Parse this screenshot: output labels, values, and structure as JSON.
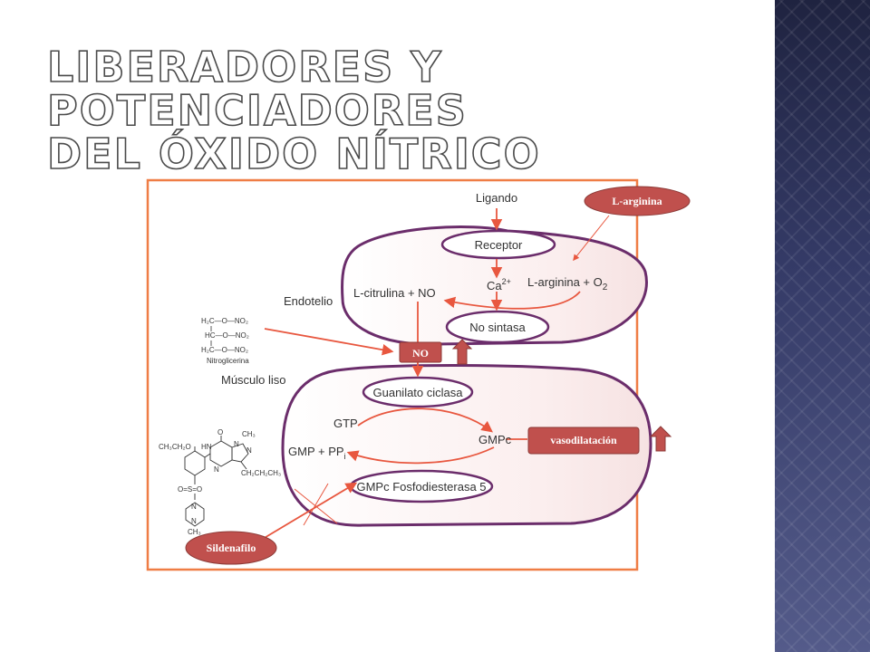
{
  "title": {
    "line1": "Liberadores y potenciadores",
    "line2": "del óxido nítrico"
  },
  "diagram": {
    "ligando": "Ligando",
    "receptor": "Receptor",
    "ca": "Ca",
    "ca_sup": "2+",
    "l_arginina_o2": "L-arginina + O",
    "o2_sub": "2",
    "l_citrulina_no": "L-citrulina + NO",
    "endotelio": "Endotelio",
    "no_sintasa": "No sintasa",
    "musculo_liso": "Músculo liso",
    "guanilato_ciclasa": "Guanilato ciclasa",
    "gtp": "GTP",
    "gmpc": "GMPc",
    "gmp_ppi": "GMP + PP",
    "ppi_sub": "i",
    "gmpc_fosfodiesterasa": "GMPc Fosfodiesterasa 5",
    "nitroglicerina": {
      "row1": "H₂C—O—NO₂",
      "row2": "HC—O—NO₂",
      "row3": "H₂C—O—NO₂",
      "name": "Nitroglicerina"
    },
    "sildenafil_struct": {
      "ethoxy": "CH₃CH₂O",
      "o": "O",
      "ch3": "CH₃",
      "hn": "HN",
      "n1": "N",
      "n2": "N",
      "n3": "N",
      "propyl": "CH₂CH₂CH₃",
      "sulfonyl": "O=S=O",
      "pn1": "N",
      "pn2": "N",
      "methyl": "CH₃"
    }
  },
  "annotations": {
    "l_arginina": "L-arginina",
    "no": "NO",
    "vasodilatacion": "vasodilatación",
    "sildenafilo": "Sildenafilo"
  },
  "colors": {
    "accent_red": "#e8573f",
    "membrane_purple": "#6b2d6b",
    "frame_orange": "#ef7d45",
    "annotation_fill": "#c0504d",
    "up_arrow": "#c0504d"
  }
}
